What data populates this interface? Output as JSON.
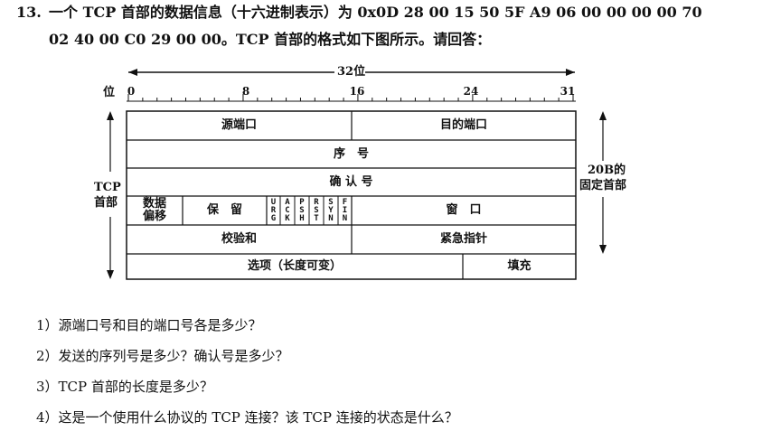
{
  "question": {
    "number": "13.",
    "line1": "一个 TCP 首部的数据信息（十六进制表示）为 0x0D 28 00 15 50 5F A9 06 00 00 00 00 70",
    "line2": "02 40 00 C0 29 00 00。TCP 首部的格式如下图所示。请回答："
  },
  "diagram": {
    "width_label": "32位",
    "bit_label": "位",
    "ticks": [
      "0",
      "8",
      "16",
      "24",
      "31"
    ],
    "left_label_line1": "TCP",
    "left_label_line2": "首部",
    "right_label_line1": "20B的",
    "right_label_line2": "固定首部",
    "fields": {
      "src_port": "源端口",
      "dst_port": "目的端口",
      "seq": "序　号",
      "ack": "确 认 号",
      "data_offset_line1": "数据",
      "data_offset_line2": "偏移",
      "reserved": "保　留",
      "flags": [
        "URG",
        "ACK",
        "PSH",
        "RST",
        "SYN",
        "FIN"
      ],
      "window": "窗　口",
      "checksum": "校验和",
      "urgent": "紧急指针",
      "options": "选项（长度可变）",
      "padding": "填充"
    }
  },
  "sub_questions": [
    "1）源端口号和目的端口号各是多少？",
    "2）发送的序列号是多少？确认号是多少？",
    "3）TCP 首部的长度是多少？",
    "4）这是一个使用什么协议的 TCP 连接？该 TCP 连接的状态是什么？"
  ]
}
